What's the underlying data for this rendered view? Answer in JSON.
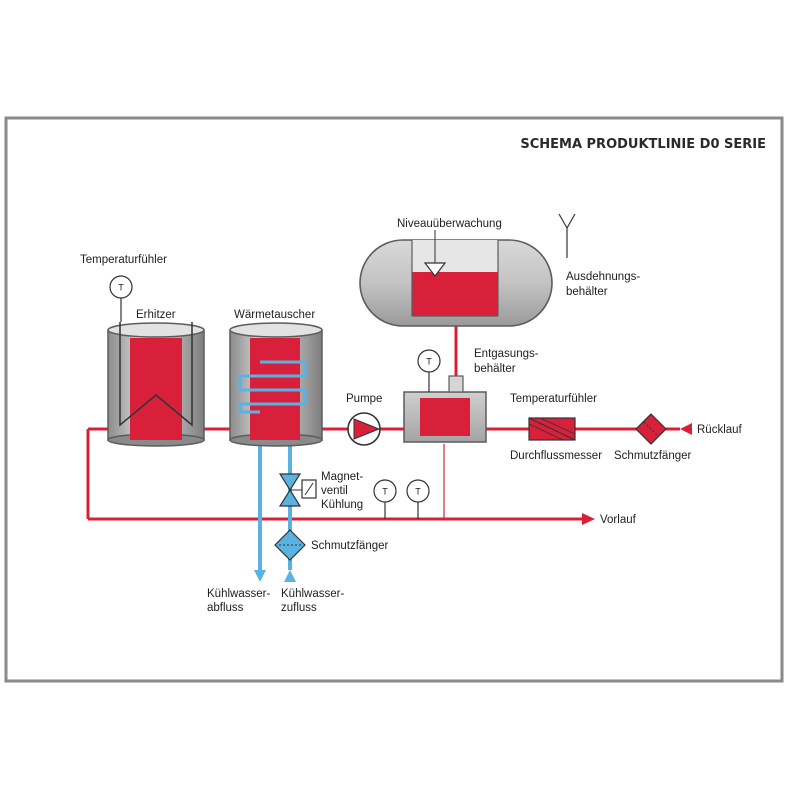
{
  "title": "SCHEMA PRODUKTLINIE D0 SERIE",
  "labels": {
    "temperaturfuehler_left": "Temperaturfühler",
    "erhitzer": "Erhitzer",
    "waermetauscher": "Wärmetauscher",
    "niveau": "Niveauüberwachung",
    "ausdehnung_1": "Ausdehnungs-",
    "ausdehnung_2": "behälter",
    "entgasung_1": "Entgasungs-",
    "entgasung_2": "behälter",
    "pumpe": "Pumpe",
    "temperaturfuehler_right": "Temperaturfühler",
    "ruecklauf": "Rücklauf",
    "durchflussmesser": "Durchflussmesser",
    "schmutzfaenger_right": "Schmutzfänger",
    "magnetventil_1": "Magnet-",
    "magnetventil_2": "ventil",
    "magnetventil_3": "Kühlung",
    "vorlauf": "Vorlauf",
    "schmutzfaenger_bottom": "Schmutzfänger",
    "kw_abfluss_1": "Kühlwasser-",
    "kw_abfluss_2": "abfluss",
    "kw_zufluss_1": "Kühlwasser-",
    "kw_zufluss_2": "zufluss"
  },
  "gauge_symbol": "T",
  "colors": {
    "fluid": "#d8203a",
    "coolant": "#5ab2e3",
    "vessel": "#b9b9b9",
    "vessel_dark": "#5c5c5c",
    "frame": "#8a8a8a"
  }
}
